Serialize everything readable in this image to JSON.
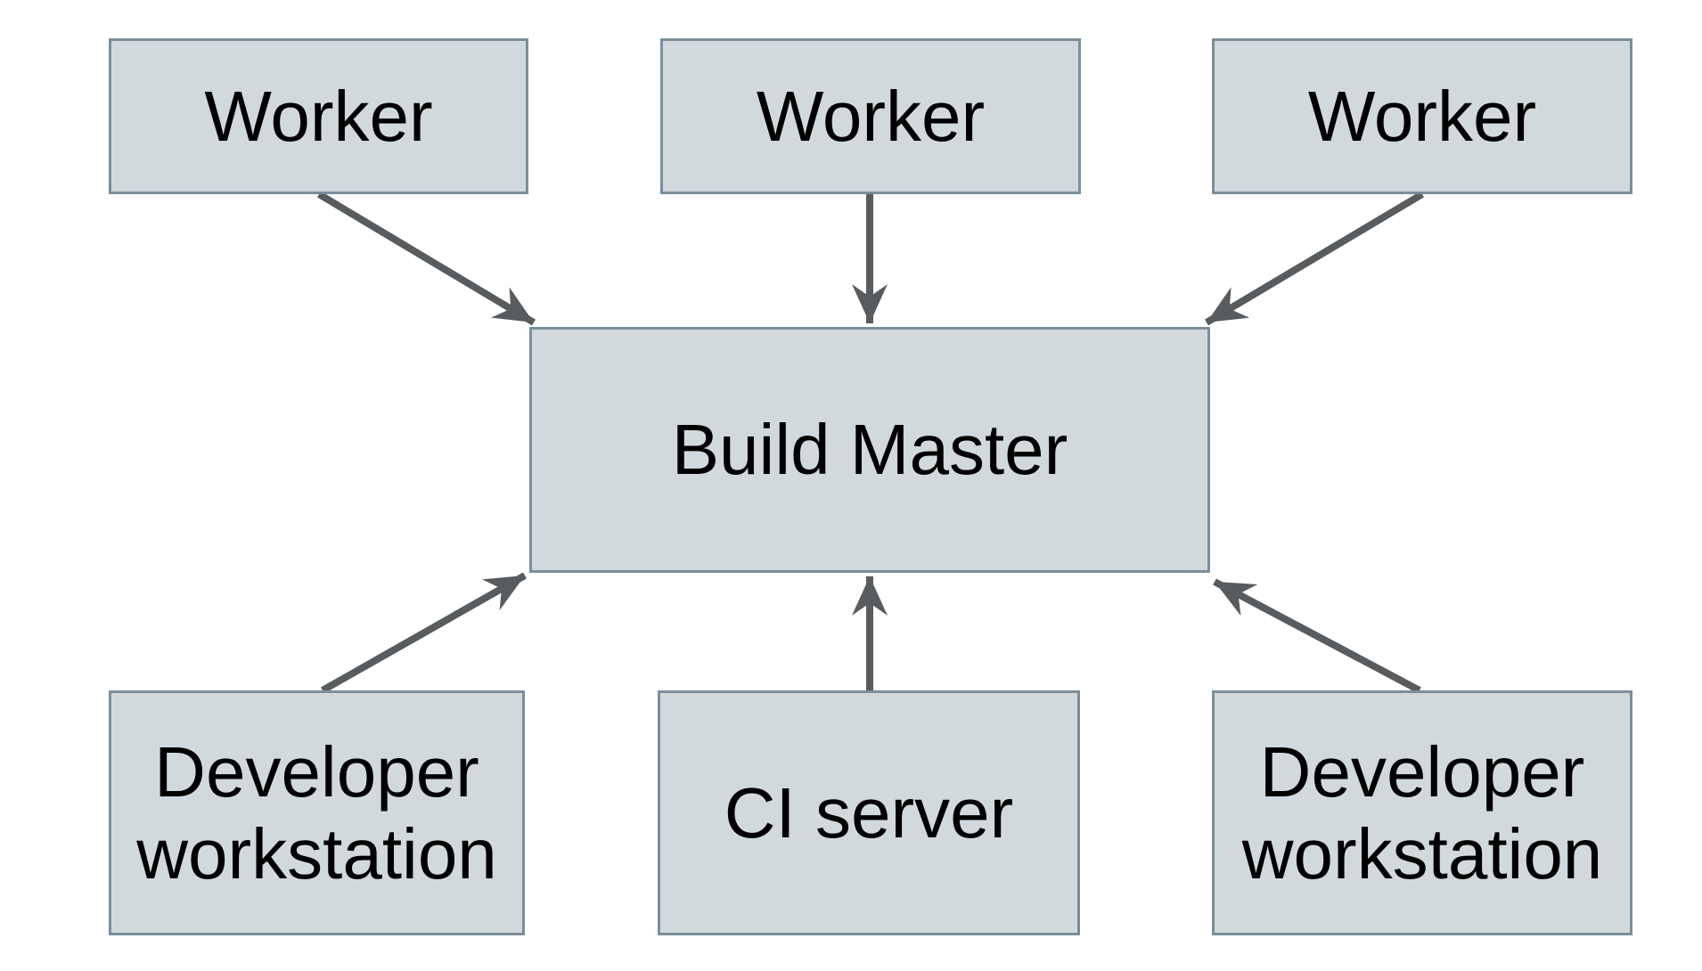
{
  "diagram": {
    "nodes": {
      "worker1": {
        "label": "Worker"
      },
      "worker2": {
        "label": "Worker"
      },
      "worker3": {
        "label": "Worker"
      },
      "build_master": {
        "label": "Build Master"
      },
      "dev_workstation_left": {
        "label": "Developer workstation"
      },
      "ci_server": {
        "label": "CI server"
      },
      "dev_workstation_right": {
        "label": "Developer workstation"
      }
    },
    "edges": [
      {
        "from": "worker1",
        "to": "build_master"
      },
      {
        "from": "worker2",
        "to": "build_master"
      },
      {
        "from": "worker3",
        "to": "build_master"
      },
      {
        "from": "dev_workstation_left",
        "to": "build_master"
      },
      {
        "from": "ci_server",
        "to": "build_master"
      },
      {
        "from": "dev_workstation_right",
        "to": "build_master"
      }
    ],
    "colors": {
      "node_fill": "#d1d9dc",
      "node_border": "#7b8f9a",
      "arrow": "#595c5e",
      "text_color": "#000000",
      "background": "#ffffff"
    }
  }
}
